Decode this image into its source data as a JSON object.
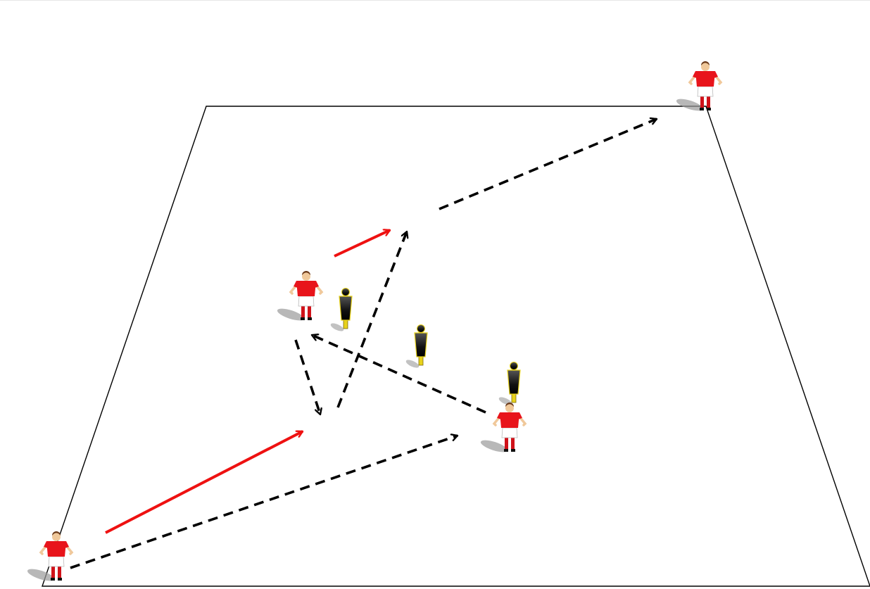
{
  "diagram": {
    "type": "soccer-training-drill",
    "colors": {
      "pitch_line": "#000000",
      "pass_arrow": "#000000",
      "run_arrow": "#ee1111",
      "player_shirt": "#e8141b",
      "player_shorts": "#ffffff",
      "player_socks": "#d0121a",
      "mannequin_body": "#1a1a1a",
      "mannequin_base": "#e8d21a",
      "shadow": "#9a9a9a"
    },
    "icons": [
      "player-icon",
      "mannequin-icon",
      "dashed-arrow",
      "solid-arrow"
    ]
  }
}
